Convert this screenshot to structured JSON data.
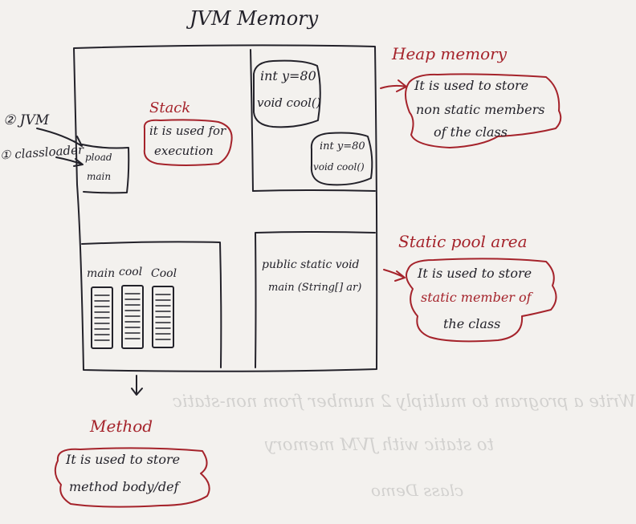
{
  "title": "JVM Memory",
  "ink": {
    "black": "#23222a",
    "red": "#a5232b",
    "paper": "#f3f1ee"
  },
  "left_labels": {
    "jvm": "② JVM",
    "class_loader": "① classloader"
  },
  "loader_cell": {
    "line1": "pload",
    "line2": "main"
  },
  "stack": {
    "heading": "Stack",
    "note_line1": "it is used for",
    "note_line2": "execution"
  },
  "heap": {
    "frame1_line1": "int y=80",
    "frame1_line2": "void cool()",
    "frame2_line1": "int y=80",
    "frame2_line2": "void cool()",
    "heading": "Heap memory",
    "note_line1": "It is used to store",
    "note_line2": "non static members",
    "note_line3": "of the class"
  },
  "method_area": {
    "cols": [
      "main",
      "cool",
      "Cool"
    ],
    "heading": "Method",
    "note_line1": "It is used to store",
    "note_line2": "method body/def"
  },
  "static_pool": {
    "content_line1": "public static void",
    "content_line2": "main (String[] ar)",
    "heading": "Static pool area",
    "note_line1": "It is used to store",
    "note_line2": "static member of",
    "note_line3": "the class"
  },
  "bleed_through": {
    "line1": "Write a program to multiply 2 number from non-static",
    "line2": "to static with JVM memory",
    "line3": "class Demo"
  }
}
